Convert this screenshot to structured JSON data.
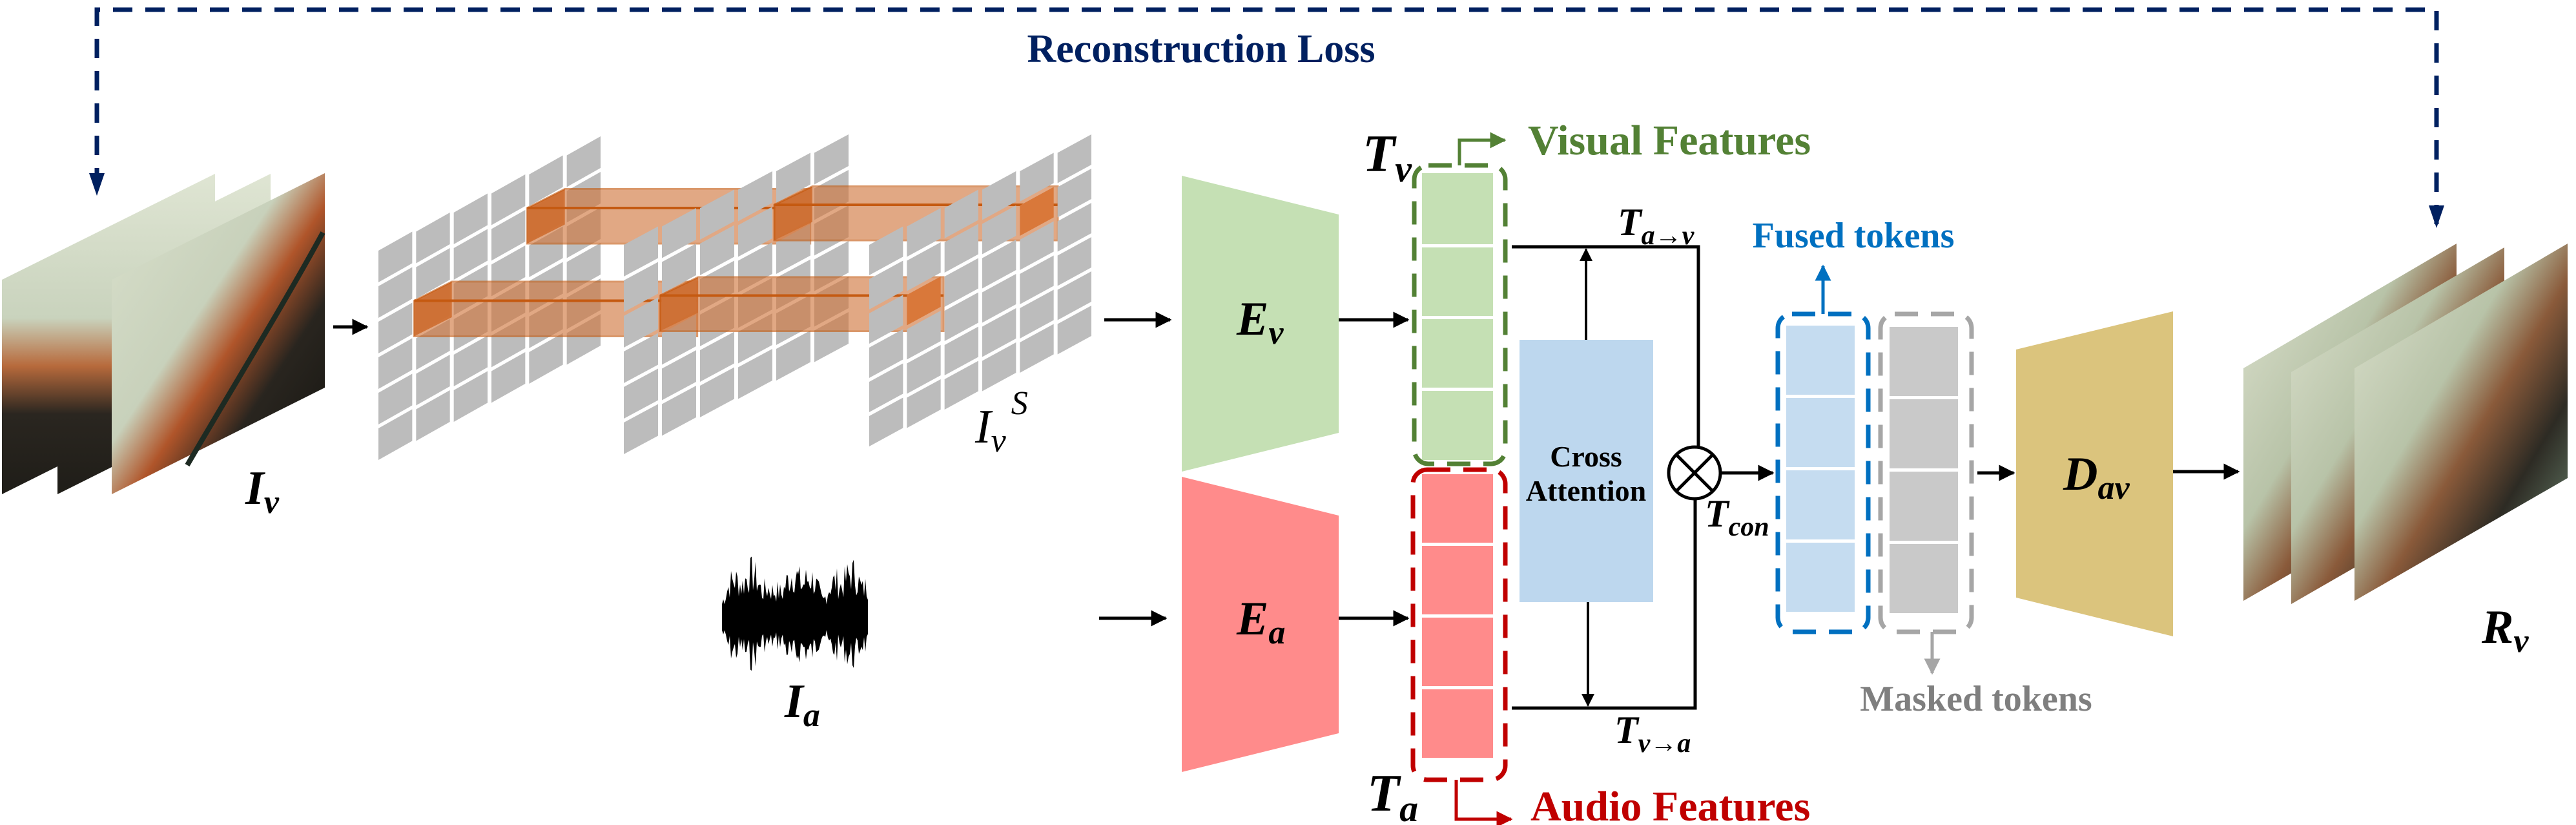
{
  "title": "Audio-visual masked reconstruction architecture",
  "colors": {
    "loss": "#002060",
    "visual": "#538135",
    "visual_fill": "#c5e0b4",
    "audio": "#c00000",
    "audio_fill": "#ff8b8b",
    "fused": "#0070c0",
    "fused_fill": "#bdd7ee",
    "masked": "#a6a6a6",
    "masked_fill": "#c9c9c9",
    "decoder_fill": "#dbc47d",
    "grid_fill": "#bcbcbc",
    "tube_fill": "#d0743a"
  },
  "loss": {
    "label": "Reconstruction Loss"
  },
  "inputs": {
    "video": {
      "symbol": "I",
      "subscript": "v"
    },
    "sampled": {
      "symbol": "I",
      "subscript": "v",
      "superscript": "S"
    },
    "audio": {
      "symbol": "I",
      "subscript": "a"
    }
  },
  "encoders": {
    "visual": {
      "symbol": "E",
      "subscript": "v"
    },
    "audio": {
      "symbol": "E",
      "subscript": "a"
    }
  },
  "tokens": {
    "visual": {
      "symbol": "T",
      "subscript": "v",
      "label": "Visual Features",
      "count": 4
    },
    "audio": {
      "symbol": "T",
      "subscript": "a",
      "label": "Audio Features",
      "count": 4
    },
    "fused": {
      "label": "Fused tokens",
      "count": 4
    },
    "masked": {
      "label": "Masked tokens",
      "count": 4
    }
  },
  "cross_attention": {
    "line1": "Cross",
    "line2": "Attention"
  },
  "flows": {
    "a_to_v": {
      "symbol": "T",
      "subscript": "a→v"
    },
    "v_to_a": {
      "symbol": "T",
      "subscript": "v→a"
    },
    "concat": {
      "symbol": "T",
      "subscript": "con",
      "operator": "⊗"
    }
  },
  "decoder": {
    "symbol": "D",
    "subscript": "av"
  },
  "output": {
    "symbol": "R",
    "subscript": "v"
  },
  "grid": {
    "frames": 3,
    "rows": 6,
    "cols": 6
  }
}
